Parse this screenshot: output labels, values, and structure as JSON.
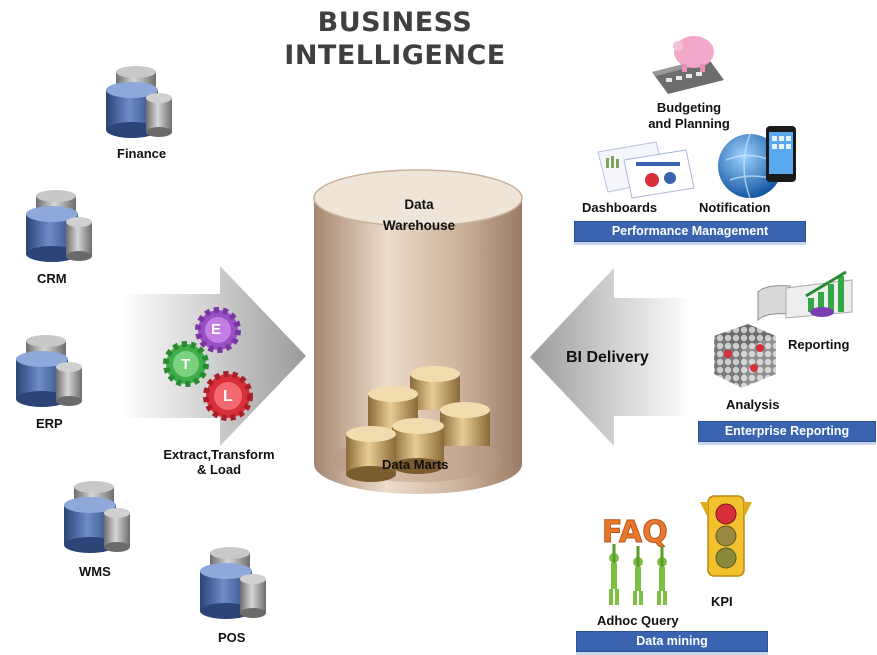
{
  "title_line1": "BUSINESS",
  "title_line2": "INTELLIGENCE",
  "sources": {
    "finance": "Finance",
    "crm": "CRM",
    "erp": "ERP",
    "wms": "WMS",
    "pos": "POS"
  },
  "etl": {
    "letter_e": "E",
    "letter_t": "T",
    "letter_l": "L",
    "caption_line1": "Extract,Transform",
    "caption_line2": "& Load"
  },
  "warehouse": {
    "line1": "Data",
    "line2": "Warehouse",
    "marts": "Data Marts"
  },
  "delivery": "BI Delivery",
  "performance": {
    "budgeting_line1": "Budgeting",
    "budgeting_line2": "and Planning",
    "dashboards": "Dashboards",
    "notification": "Notification",
    "bar": "Performance Management"
  },
  "enterprise": {
    "reporting": "Reporting",
    "analysis": "Analysis",
    "bar": "Enterprise Reporting"
  },
  "mining": {
    "faq": "FAQ",
    "adhoc": "Adhoc Query",
    "kpi": "KPI",
    "bar": "Data mining"
  },
  "colors": {
    "db_blue": "#3a5a9a",
    "db_gray": "#8a8a8a",
    "bar_blue": "#3a64b0",
    "warehouse_tan": "#c9ad90",
    "gear_purple": "#9b4fc4",
    "gear_green": "#3fae4a",
    "gear_red": "#d8303a"
  }
}
